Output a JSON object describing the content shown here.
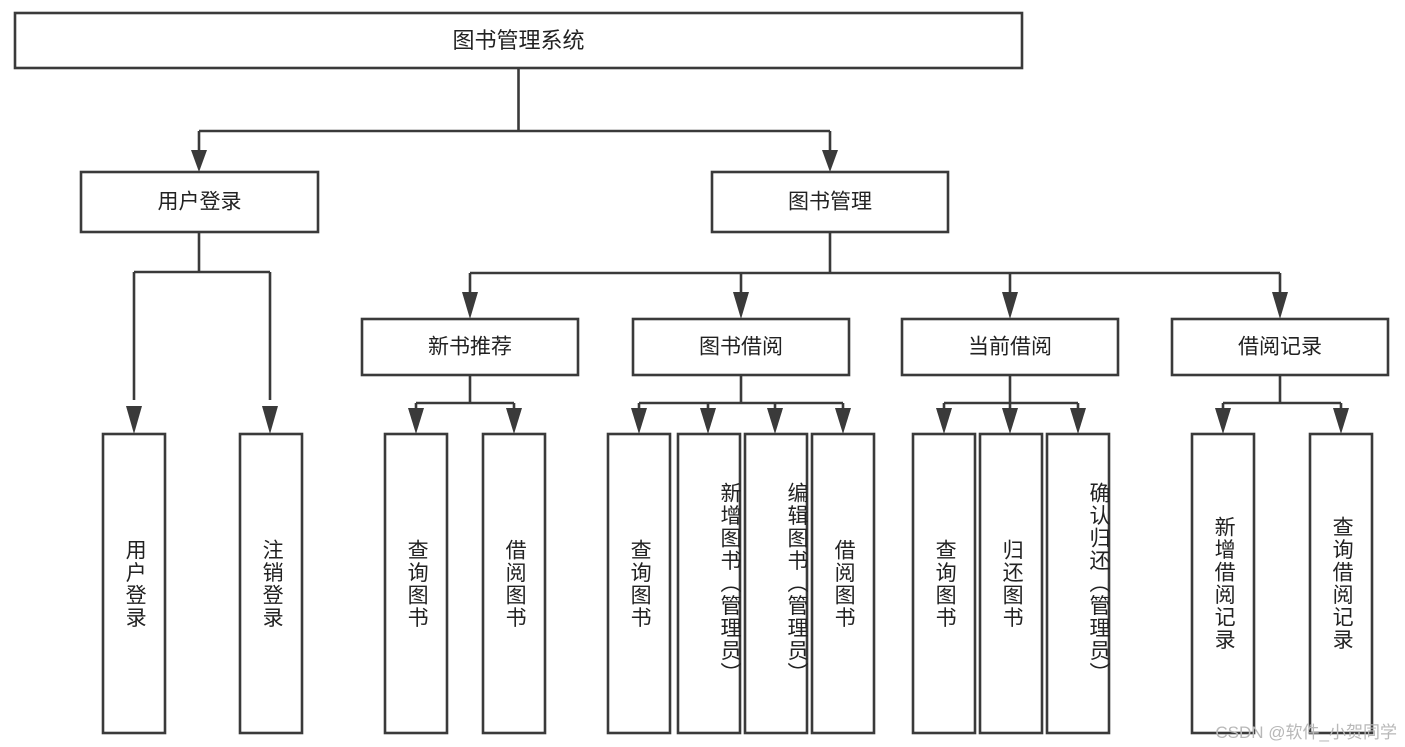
{
  "diagram": {
    "type": "tree-hierarchy",
    "orientation": "top-down",
    "title": "图书管理系统",
    "style": {
      "box_fill": "#ffffff",
      "box_stroke": "#3a3a3a",
      "connector_color": "#3a3a3a",
      "text_color": "#222222",
      "background": "#ffffff"
    },
    "levels": {
      "level1": [
        {
          "id": "root",
          "label": "图书管理系统"
        }
      ],
      "level2": [
        {
          "id": "user-login",
          "label": "用户登录",
          "parent": "root"
        },
        {
          "id": "book-manage",
          "label": "图书管理",
          "parent": "root"
        }
      ],
      "level3": [
        {
          "id": "new-book-rec",
          "label": "新书推荐",
          "parent": "book-manage"
        },
        {
          "id": "book-borrow",
          "label": "图书借阅",
          "parent": "book-manage"
        },
        {
          "id": "current-borrow",
          "label": "当前借阅",
          "parent": "book-manage"
        },
        {
          "id": "borrow-record",
          "label": "借阅记录",
          "parent": "book-manage"
        }
      ],
      "leaves": [
        {
          "id": "leaf-user-login",
          "label": "用户登录",
          "parent": "user-login"
        },
        {
          "id": "leaf-user-logout",
          "label": "注销登录",
          "parent": "user-login"
        },
        {
          "id": "leaf-rec-query",
          "label": "查询图书",
          "parent": "new-book-rec"
        },
        {
          "id": "leaf-rec-borrow",
          "label": "借阅图书",
          "parent": "new-book-rec"
        },
        {
          "id": "leaf-borrow-query",
          "label": "查询图书",
          "parent": "book-borrow"
        },
        {
          "id": "leaf-borrow-add",
          "label": "新增图书（管理员）",
          "parent": "book-borrow"
        },
        {
          "id": "leaf-borrow-edit",
          "label": "编辑图书（管理员）",
          "parent": "book-borrow"
        },
        {
          "id": "leaf-borrow-lend",
          "label": "借阅图书",
          "parent": "book-borrow"
        },
        {
          "id": "leaf-cur-query",
          "label": "查询图书",
          "parent": "current-borrow"
        },
        {
          "id": "leaf-cur-return",
          "label": "归还图书",
          "parent": "current-borrow"
        },
        {
          "id": "leaf-cur-confirm",
          "label": "确认归还（管理员）",
          "parent": "current-borrow"
        },
        {
          "id": "leaf-rec-add",
          "label": "新增借阅记录",
          "parent": "borrow-record"
        },
        {
          "id": "leaf-rec-query2",
          "label": "查询借阅记录",
          "parent": "borrow-record"
        }
      ]
    }
  },
  "watermark": {
    "text": "CSDN @软件_小贺同学"
  }
}
